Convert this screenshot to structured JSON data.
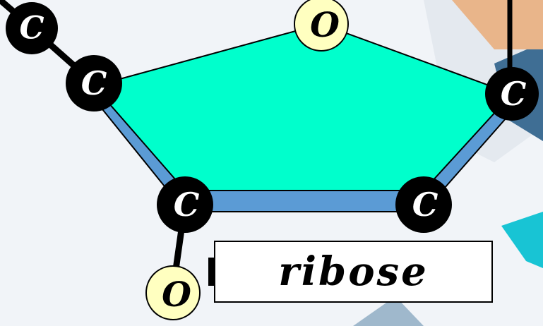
{
  "diagram": {
    "molecule_label": "ribose",
    "atoms": {
      "ring_oxygen": "O",
      "carbon_right": "C",
      "carbon_bottom_right": "C",
      "carbon_bottom_left": "C",
      "carbon_left": "C",
      "carbon_chain_top": "C",
      "hydroxyl_oxygen": "O"
    },
    "colors": {
      "ring_face": "#00ffcc",
      "ring_side": "#5b9bd5",
      "carbon_atom": "#000000",
      "oxygen_atom": "#ffffc0",
      "background": "#f1f4f8"
    }
  }
}
